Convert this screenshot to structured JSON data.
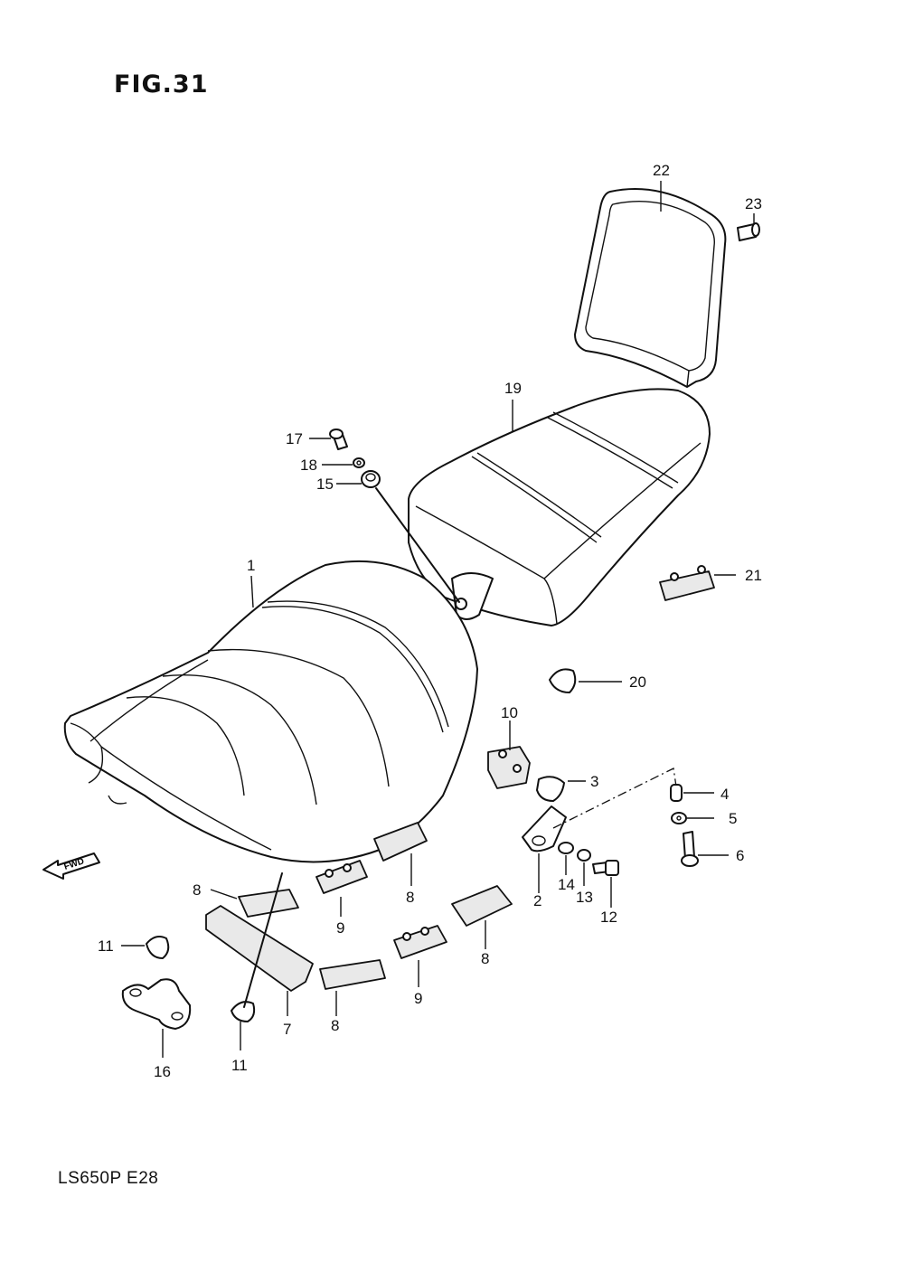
{
  "figure_title": "FIG.31",
  "model_code": "LS650P E28",
  "fwd_label": "FWD",
  "callouts": {
    "n1": "1",
    "n2": "2",
    "n3": "3",
    "n4": "4",
    "n5": "5",
    "n6": "6",
    "n7": "7",
    "n8a": "8",
    "n8b": "8",
    "n8c": "8",
    "n8d": "8",
    "n9a": "9",
    "n9b": "9",
    "n10": "10",
    "n11a": "11",
    "n11b": "11",
    "n12": "12",
    "n13": "13",
    "n14": "14",
    "n15": "15",
    "n16": "16",
    "n17": "17",
    "n18": "18",
    "n19": "19",
    "n20": "20",
    "n21": "21",
    "n22": "22",
    "n23": "23"
  }
}
